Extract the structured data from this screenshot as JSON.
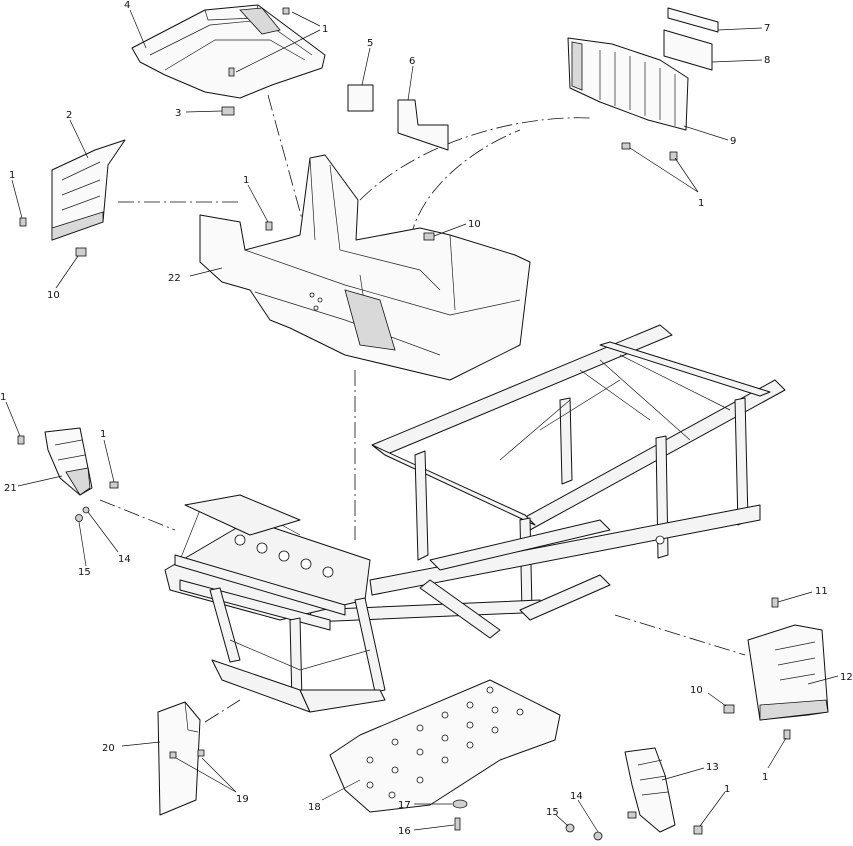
{
  "callouts": {
    "c1_top": "1",
    "c1_leftbracket": "1",
    "c1_floor": "1",
    "c1_right": "1",
    "c1_far_left": "1",
    "c1_left_mid": "1",
    "c1_far_left_top": "1",
    "c1_bottom_right": "1",
    "c1_right_low": "1",
    "c2": "2",
    "c3": "3",
    "c4": "4",
    "c5": "5",
    "c6": "6",
    "c7": "7",
    "c8": "8",
    "c9": "9",
    "c10_left": "10",
    "c10_center": "10",
    "c10_right": "10",
    "c11": "11",
    "c12": "12",
    "c13": "13",
    "c14_left": "14",
    "c14_bottom": "14",
    "c15_left": "15",
    "c15_bottom": "15",
    "c16": "16",
    "c17": "17",
    "c18": "18",
    "c19": "19",
    "c20": "20",
    "c21": "21",
    "c22": "22"
  }
}
